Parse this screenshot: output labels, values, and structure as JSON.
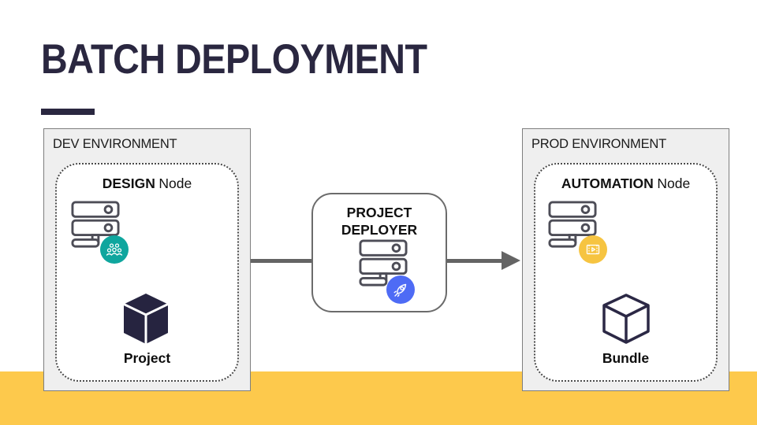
{
  "slide": {
    "title": "BATCH DEPLOYMENT",
    "colors": {
      "title_navy": "#2A2740",
      "yellow_band": "#FDC94C",
      "env_box_fill": "#EFEFEF",
      "teal_badge": "#0FA69E",
      "blue_badge": "#4E6BF5",
      "amber_badge": "#F6C441",
      "arrow_gray": "#646464",
      "cube_navy": "#262440"
    }
  },
  "dev": {
    "env_label": "DEV ENVIRONMENT",
    "node_name": "DESIGN",
    "node_suffix": "Node",
    "artifact_label": "Project",
    "icons": {
      "server": "server-icon",
      "badge": "team-icon",
      "artifact": "cube-solid-icon"
    }
  },
  "deployer": {
    "label_lines": [
      "PROJECT",
      "DEPLOYER"
    ],
    "icons": {
      "server": "server-icon",
      "badge": "rocket-icon"
    }
  },
  "prod": {
    "env_label": "PROD ENVIRONMENT",
    "node_name": "AUTOMATION",
    "node_suffix": "Node",
    "artifact_label": "Bundle",
    "icons": {
      "server": "server-icon",
      "badge": "film-icon",
      "artifact": "cube-outline-icon"
    }
  },
  "flow": {
    "arrow": "dev-to-prod-arrow"
  }
}
